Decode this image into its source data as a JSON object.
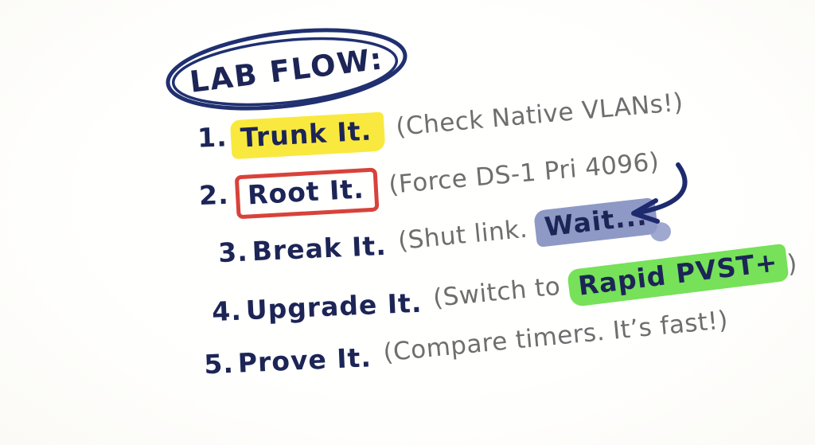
{
  "title": {
    "label": "LAB FLOW:"
  },
  "steps": [
    {
      "number": "1.",
      "action": "Trunk It.",
      "note": "(Check Native VLANs!)"
    },
    {
      "number": "2.",
      "action": "Root It.",
      "note": "(Force DS-1 Pri 4096)"
    },
    {
      "number": "3.",
      "action": "Break It.",
      "note_prefix": "(Shut link.",
      "note_highlight": "Wait..."
    },
    {
      "number": "4.",
      "action": "Upgrade It.",
      "note_prefix": "(Switch to",
      "note_highlight": "Rapid PVST+",
      "note_suffix": ")"
    },
    {
      "number": "5.",
      "action": "Prove It.",
      "note": "(Compare timers. It’s fast!)"
    }
  ],
  "annotations": {
    "arrow_target": "Wait..."
  },
  "colors": {
    "ink_navy": "#1c2556",
    "note_gray": "#6e6e6e",
    "highlight_yellow": "#f9e93e",
    "box_red": "#d8423a",
    "highlight_blue": "#8e99c5",
    "highlight_green": "#76e159",
    "background": "#fdfdfb"
  }
}
